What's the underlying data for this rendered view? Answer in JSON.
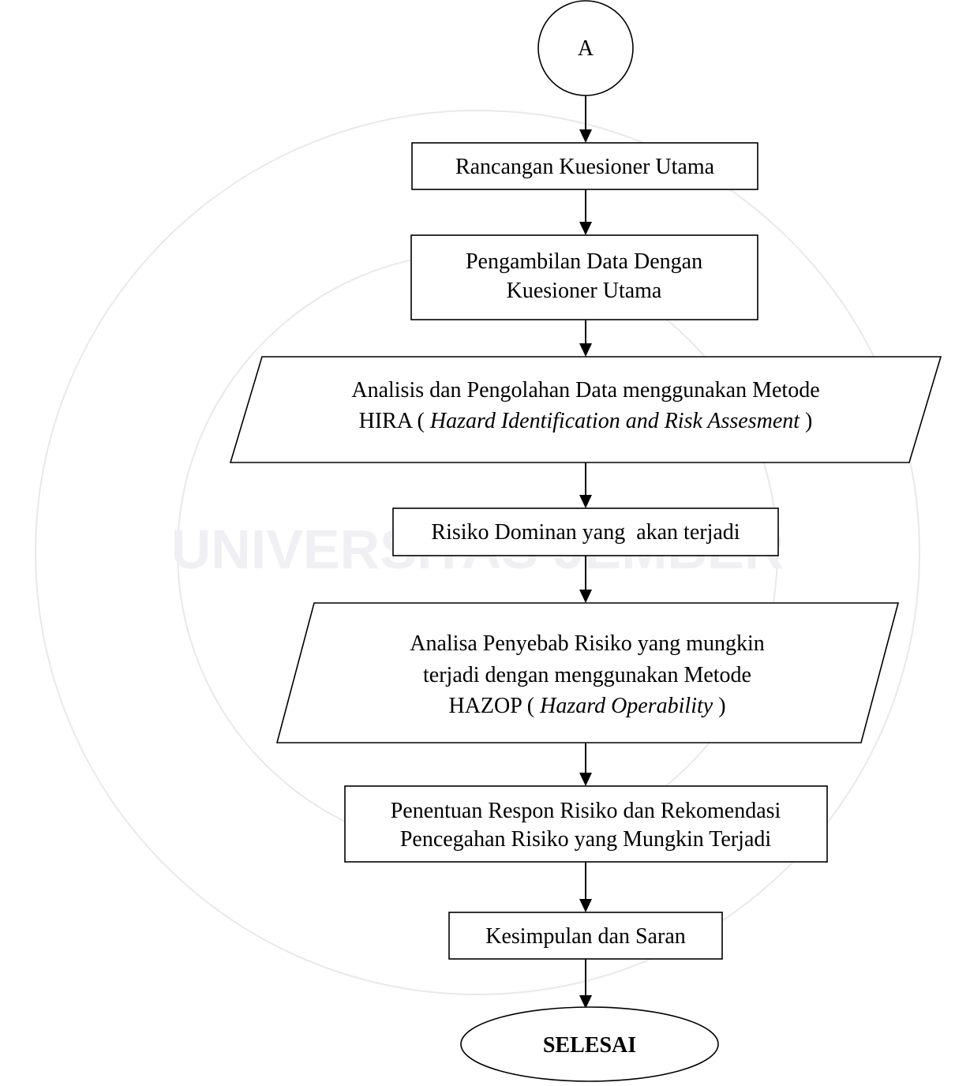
{
  "colors": {
    "stroke": "#000000",
    "background": "#ffffff",
    "watermark": "#e4e4ea"
  },
  "watermark": {
    "text": "UNIVERSITAS JEMBER"
  },
  "nodes": {
    "connector_a": {
      "label": "A"
    },
    "rancangan": {
      "label": "Rancangan Kuesioner Utama"
    },
    "pengambilan": {
      "line1": "Pengambilan Data Dengan",
      "line2": "Kuesioner Utama"
    },
    "analisis_hira": {
      "line1": "Analisis dan Pengolahan Data menggunakan Metode",
      "line2_prefix": "HIRA ( ",
      "line2_italic": "Hazard Identification and Risk Assesment",
      "line2_suffix": " )"
    },
    "risiko_dominan": {
      "label": "Risiko Dominan yang  akan terjadi"
    },
    "analisa_hazop": {
      "line1": "Analisa Penyebab Risiko yang mungkin",
      "line2": "terjadi dengan menggunakan Metode",
      "line3_prefix": "HAZOP ( ",
      "line3_italic": "Hazard Operability",
      "line3_suffix": " )"
    },
    "penentuan": {
      "line1": "Penentuan Respon Risiko dan Rekomendasi",
      "line2": "Pencegahan Risiko yang Mungkin Terjadi"
    },
    "kesimpulan": {
      "label": "Kesimpulan dan Saran"
    },
    "selesai": {
      "label": "SELESAI"
    }
  }
}
